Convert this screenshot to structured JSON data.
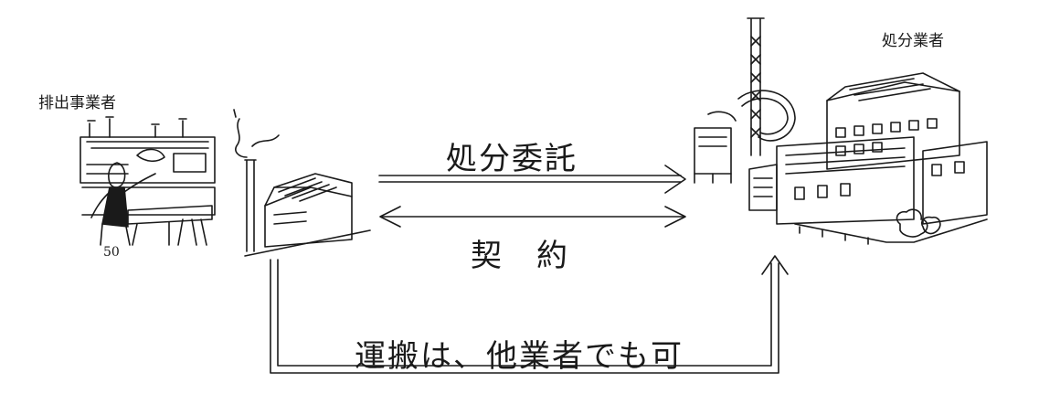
{
  "discharger": {
    "label": "排出事業者"
  },
  "disposer": {
    "label": "処分業者"
  },
  "consignment": {
    "label": "処分委託"
  },
  "contract": {
    "label": "契　約"
  },
  "transport": {
    "label": "運搬は、他業者でも可"
  },
  "worker_sign": {
    "label": "50"
  },
  "colors": {
    "ink": "#1a1a1a",
    "background": "#ffffff"
  }
}
